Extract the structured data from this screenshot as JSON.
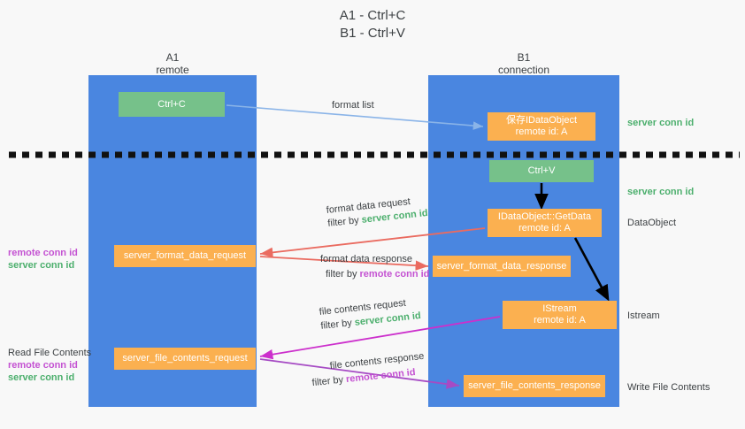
{
  "title": {
    "line1": "A1 - Ctrl+C",
    "line2": "B1 - Ctrl+V"
  },
  "columns": [
    {
      "id": "a1",
      "name": "A1",
      "sub": "remote"
    },
    {
      "id": "b1",
      "name": "B1",
      "sub": "connection"
    }
  ],
  "boxes": {
    "ctrl_c": "Ctrl+C",
    "idataobject": {
      "line1": "保存IDataObject",
      "line2": "remote id: A"
    },
    "ctrl_v": "Ctrl+V",
    "getdata": {
      "line1": "IDataObject::GetData",
      "line2": "remote id: A"
    },
    "server_format_data_request": "server_format_data_request",
    "server_format_data_response": "server_format_data_response",
    "istream": {
      "line1": "IStream",
      "line2": "remote id: A"
    },
    "server_file_contents_request": "server_file_contents_request",
    "server_file_contents_response": "server_file_contents_response"
  },
  "right_labels": {
    "server_conn_id_1": "server conn id",
    "server_conn_id_2": "server conn id",
    "dataobject": "DataObject",
    "istream": "Istream",
    "write_file_contents": "Write File Contents"
  },
  "left_labels": {
    "conn_pair_1": {
      "remote": "remote conn id",
      "server": "server conn id"
    },
    "read_file_contents": {
      "heading": "Read File Contents",
      "remote": "remote conn id",
      "server": "server conn id"
    }
  },
  "annotations": {
    "format_list": "format list",
    "format_data_request": {
      "line1": "format data request",
      "filter_prefix": "filter by",
      "filter_target": "server conn id"
    },
    "format_data_response": {
      "line1": "format data response",
      "filter_prefix": "filter by",
      "filter_target": "remote conn id"
    },
    "file_contents_request": {
      "line1": "file contents request",
      "filter_prefix": "filter by",
      "filter_target": "server conn id"
    },
    "file_contents_response": {
      "line1": "file contents response",
      "filter_prefix": "filter by",
      "filter_target": "remote conn id"
    }
  },
  "colors": {
    "lane": "#4a86e0",
    "green_box": "#76c18a",
    "orange_box": "#fbb050",
    "server_conn": "#4caf6d",
    "remote_conn": "#c452d2",
    "arrow_blue": "#8ab4e8",
    "arrow_red": "#ea6b60",
    "arrow_magenta": "#cc2fcc",
    "arrow_purple": "#a64bc4",
    "arrow_black": "#000000",
    "background": "#f8f8f8"
  }
}
